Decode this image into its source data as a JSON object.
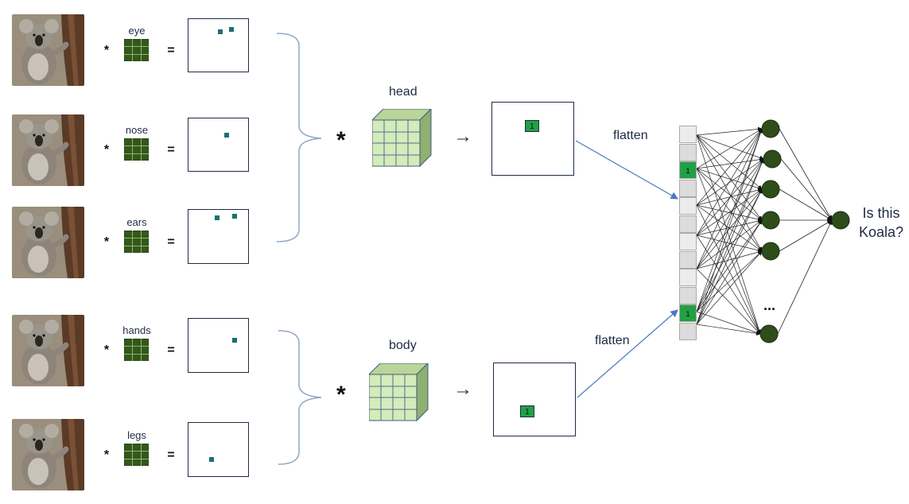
{
  "filters": {
    "eye": "eye",
    "nose": "nose",
    "ears": "ears",
    "hands": "hands",
    "legs": "legs"
  },
  "operators": {
    "conv": "*",
    "equals": "="
  },
  "groups": {
    "head": "head",
    "body": "body"
  },
  "flatten": {
    "top": "flatten",
    "bottom": "flatten"
  },
  "activation_value": "1",
  "output": {
    "question_line1": "Is this",
    "question_line2": "Koala?"
  },
  "ellipsis": "...",
  "colors": {
    "filter": "#34571c",
    "active_cell": "#22a045",
    "feature_dot": "#1a6f73",
    "neuron": "#2e4d1a",
    "cube": "#cfe6b0",
    "line": "#1f2a44",
    "arrow_blue": "#4a78c0"
  }
}
